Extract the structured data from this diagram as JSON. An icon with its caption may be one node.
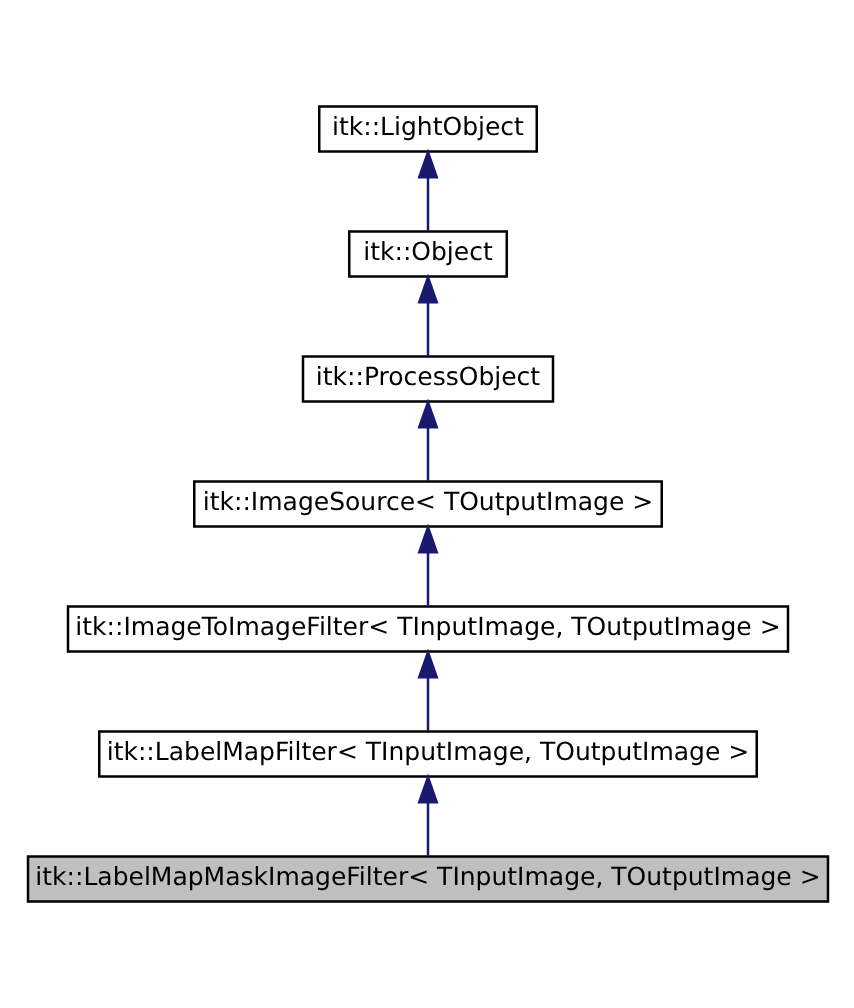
{
  "diagram": {
    "nodes": [
      {
        "text": [
          "itk::LightObject"
        ]
      },
      {
        "text": [
          "itk::Object"
        ]
      },
      {
        "text": [
          "itk::ProcessObject"
        ]
      },
      {
        "text": [
          "itk::ImageSource< TOutputImage >"
        ]
      },
      {
        "text": [
          "itk::ImageToImageFilter< TInputImage, TOutputImage >"
        ]
      },
      {
        "text": [
          "itk::LabelMapFilter< TInputImage, TOutputImage >"
        ]
      },
      {
        "text": [
          "itk::LabelMapMaskImageFilter< TInputImage, TOutputImage >"
        ]
      }
    ],
    "edges": [
      {
        "from": 1,
        "to": 0,
        "arrow": "to"
      },
      {
        "from": 2,
        "to": 1,
        "arrow": "to"
      },
      {
        "from": 3,
        "to": 2,
        "arrow": "to"
      },
      {
        "from": 4,
        "to": 3,
        "arrow": "to"
      },
      {
        "from": 5,
        "to": 4,
        "arrow": "to"
      },
      {
        "from": 6,
        "to": 5,
        "arrow": "to"
      }
    ]
  }
}
